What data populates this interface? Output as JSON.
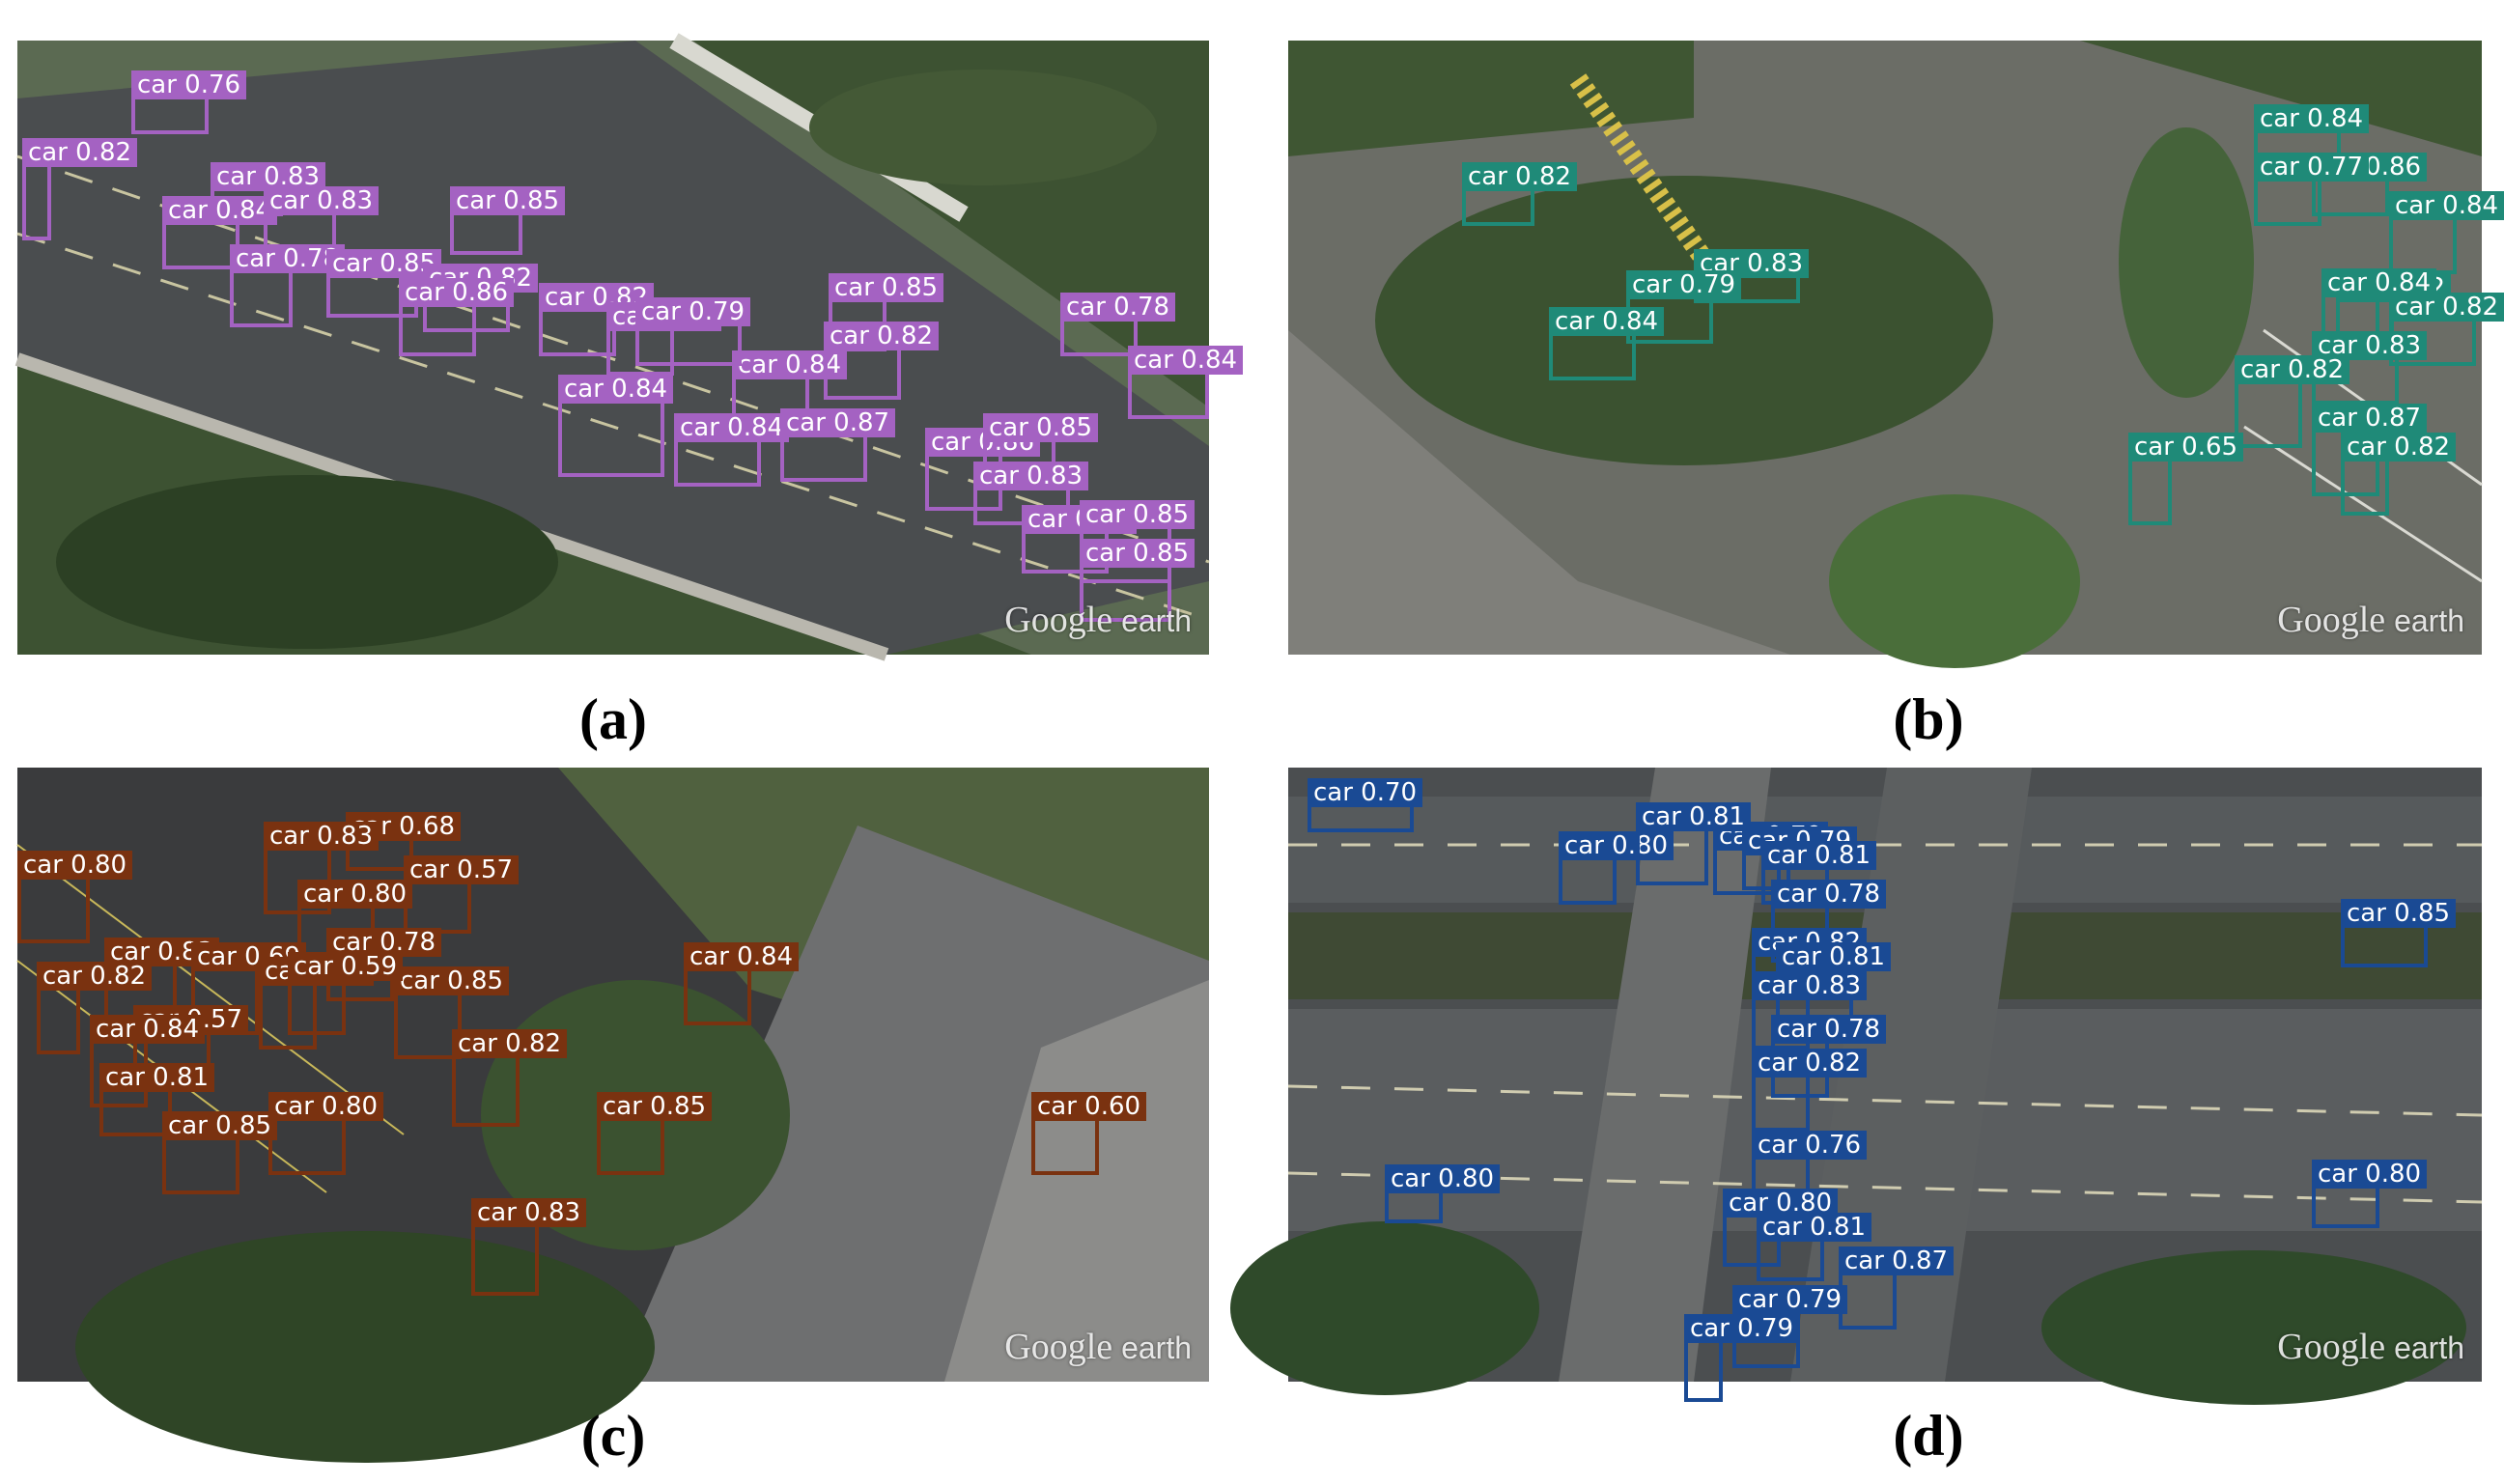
{
  "watermark": {
    "brand": "Google",
    "product": "earth"
  },
  "panels": [
    {
      "caption": "(a)",
      "box_color": "#a462c2",
      "detections": [
        {
          "label": "car 0.76"
        },
        {
          "label": "car 0.82"
        },
        {
          "label": "car 0.83"
        },
        {
          "label": "car 0.84"
        },
        {
          "label": "car 0.85"
        },
        {
          "label": "car 0.83"
        },
        {
          "label": "car 0.78"
        },
        {
          "label": "car 0.85"
        },
        {
          "label": "car 0.82"
        },
        {
          "label": "car 0.86"
        },
        {
          "label": "car 0.82"
        },
        {
          "label": "car 0.87"
        },
        {
          "label": "car 0.84"
        },
        {
          "label": "car 0.85"
        },
        {
          "label": "car 0.82"
        },
        {
          "label": "car 0.84"
        },
        {
          "label": "car 0.84"
        },
        {
          "label": "car 0.87"
        },
        {
          "label": "car 0.86"
        },
        {
          "label": "car 0.85"
        },
        {
          "label": "car 0.83"
        },
        {
          "label": "car 0.86"
        },
        {
          "label": "car 0.85"
        },
        {
          "label": "car 0.85"
        },
        {
          "label": "car 0.78"
        },
        {
          "label": "car 0.79"
        },
        {
          "label": "car 0.84"
        }
      ]
    },
    {
      "caption": "(b)",
      "box_color": "#1f8a78",
      "detections": [
        {
          "label": "car 0.82"
        },
        {
          "label": "car 0.83"
        },
        {
          "label": "car 0.79"
        },
        {
          "label": "car 0.84"
        },
        {
          "label": "car 0.84"
        },
        {
          "label": "car 0.86"
        },
        {
          "label": "car 0.84"
        },
        {
          "label": "car 0.82"
        },
        {
          "label": "car 0.84"
        },
        {
          "label": "car 0.82"
        },
        {
          "label": "car 0.83"
        },
        {
          "label": "car 0.82"
        },
        {
          "label": "car 0.87"
        },
        {
          "label": "car 0.65"
        },
        {
          "label": "car 0.82"
        },
        {
          "label": "car 0.77"
        }
      ]
    },
    {
      "caption": "(c)",
      "box_color": "#7a3210",
      "detections": [
        {
          "label": "car 0.68"
        },
        {
          "label": "car 0.83"
        },
        {
          "label": "car 0.57"
        },
        {
          "label": "car 0.80"
        },
        {
          "label": "car 0.80"
        },
        {
          "label": "car 0.78"
        },
        {
          "label": "car 0.83"
        },
        {
          "label": "car 0.69"
        },
        {
          "label": "car 0.82"
        },
        {
          "label": "car 0.85"
        },
        {
          "label": "car 0.59"
        },
        {
          "label": "car 0.82"
        },
        {
          "label": "car 0.82"
        },
        {
          "label": "car 0.84"
        },
        {
          "label": "car 0.57"
        },
        {
          "label": "car 0.84"
        },
        {
          "label": "car 0.81"
        },
        {
          "label": "car 0.80"
        },
        {
          "label": "car 0.85"
        },
        {
          "label": "car 0.85"
        },
        {
          "label": "car 0.60"
        },
        {
          "label": "car 0.83"
        }
      ]
    },
    {
      "caption": "(d)",
      "box_color": "#1a4a94",
      "detections": [
        {
          "label": "car 0.70"
        },
        {
          "label": "car 0.80"
        },
        {
          "label": "car 0.79"
        },
        {
          "label": "car 0.81"
        },
        {
          "label": "car 0.79"
        },
        {
          "label": "car 0.81"
        },
        {
          "label": "car 0.78"
        },
        {
          "label": "car 0.82"
        },
        {
          "label": "car 0.85"
        },
        {
          "label": "car 0.81"
        },
        {
          "label": "car 0.83"
        },
        {
          "label": "car 0.78"
        },
        {
          "label": "car 0.82"
        },
        {
          "label": "car 0.80"
        },
        {
          "label": "car 0.80"
        },
        {
          "label": "car 0.76"
        },
        {
          "label": "car 0.80"
        },
        {
          "label": "car 0.81"
        },
        {
          "label": "car 0.87"
        },
        {
          "label": "car 0.79"
        },
        {
          "label": "car 0.79"
        }
      ]
    }
  ]
}
